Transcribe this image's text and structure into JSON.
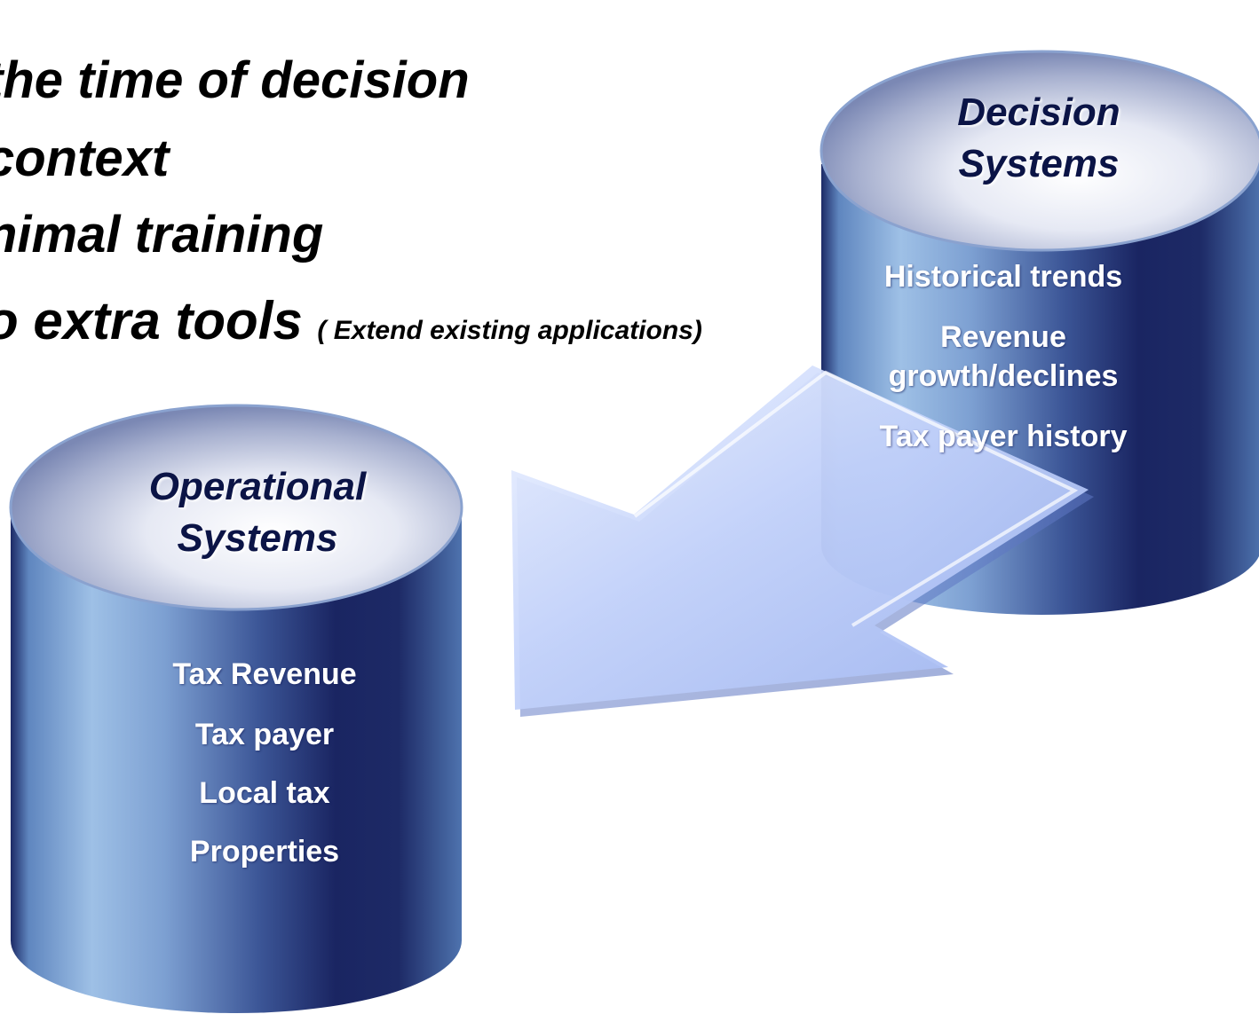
{
  "bullets": [
    {
      "text": "the time of decision",
      "note": ""
    },
    {
      "text": "context",
      "note": ""
    },
    {
      "text": "nimal training",
      "note": ""
    },
    {
      "text": "o extra tools",
      "note": "( Extend existing applications)"
    }
  ],
  "decision_systems": {
    "title_line1": "Decision",
    "title_line2": "Systems",
    "items": [
      "Historical trends",
      "Revenue",
      "growth/declines",
      "Tax payer history"
    ]
  },
  "operational_systems": {
    "title_line1": "Operational",
    "title_line2": "Systems",
    "items": [
      "Tax Revenue",
      "Tax payer",
      "Local tax",
      "Properties"
    ]
  },
  "colors": {
    "cylinder_light": "#8fb3dc",
    "cylinder_dark": "#17225a",
    "arrow_light": "#e4ecff",
    "arrow_mid": "#a9bdf2",
    "title_text": "#0b1446"
  }
}
